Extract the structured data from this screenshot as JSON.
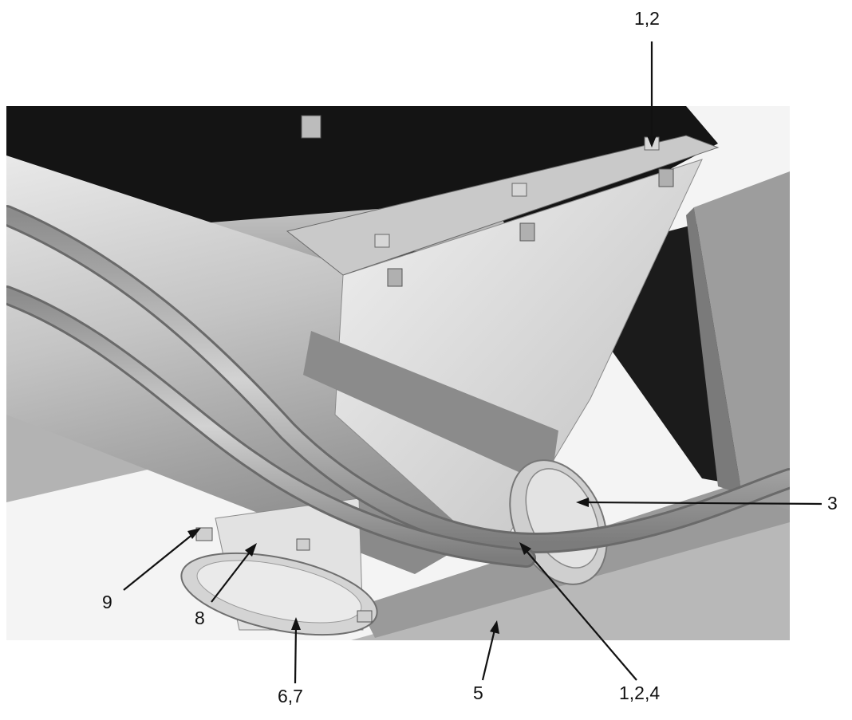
{
  "callouts": {
    "c_1_2_top": "1,2",
    "c_3": "3",
    "c_9": "9",
    "c_8": "8",
    "c_6_7": "6,7",
    "c_5": "5",
    "c_1_2_4": "1,2,4"
  },
  "colors": {
    "background": "#ffffff",
    "leader_line": "#111111",
    "dark_shadow": "#141414",
    "metal_light": "#d9d9d9",
    "metal_mid": "#a9a9a9",
    "metal_dark": "#6e6e6e"
  }
}
